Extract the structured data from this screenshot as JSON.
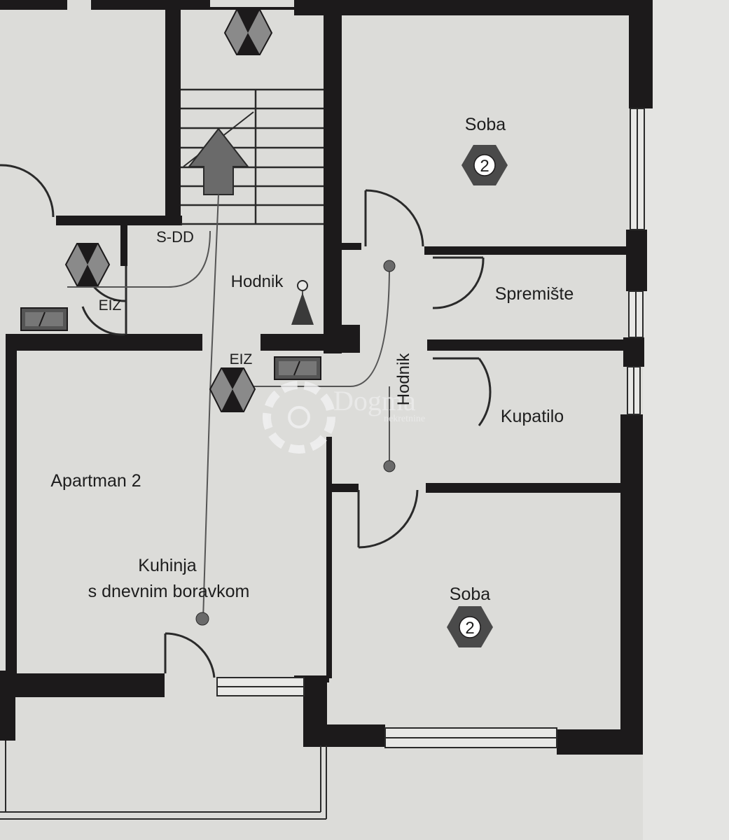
{
  "plan": {
    "rooms": {
      "soba_top": "Soba",
      "spremiste": "Spremište",
      "kupatilo": "Kupatilo",
      "soba_bottom": "Soba",
      "hodnik_center": "Hodnik",
      "hodnik_vertical": "Hodnik",
      "apartment": "Apartman 2",
      "kitchen_line1": "Kuhinja",
      "kitchen_line2": "s dnevnim boravkom"
    },
    "badges": {
      "soba_top": "2",
      "soba_bottom": "2"
    },
    "tags": {
      "stair_tag": "S-DD",
      "eiz_left": "EIZ",
      "eiz_center": "EIZ"
    }
  },
  "watermark": {
    "brand": "Dogma",
    "sub": "nekretnine"
  },
  "colors": {
    "wall": "#1c1a1b",
    "paper": "#dcdcd9",
    "line": "#3a3a3a",
    "badge": "#4a4a4a",
    "badge_text": "#ffffff"
  }
}
